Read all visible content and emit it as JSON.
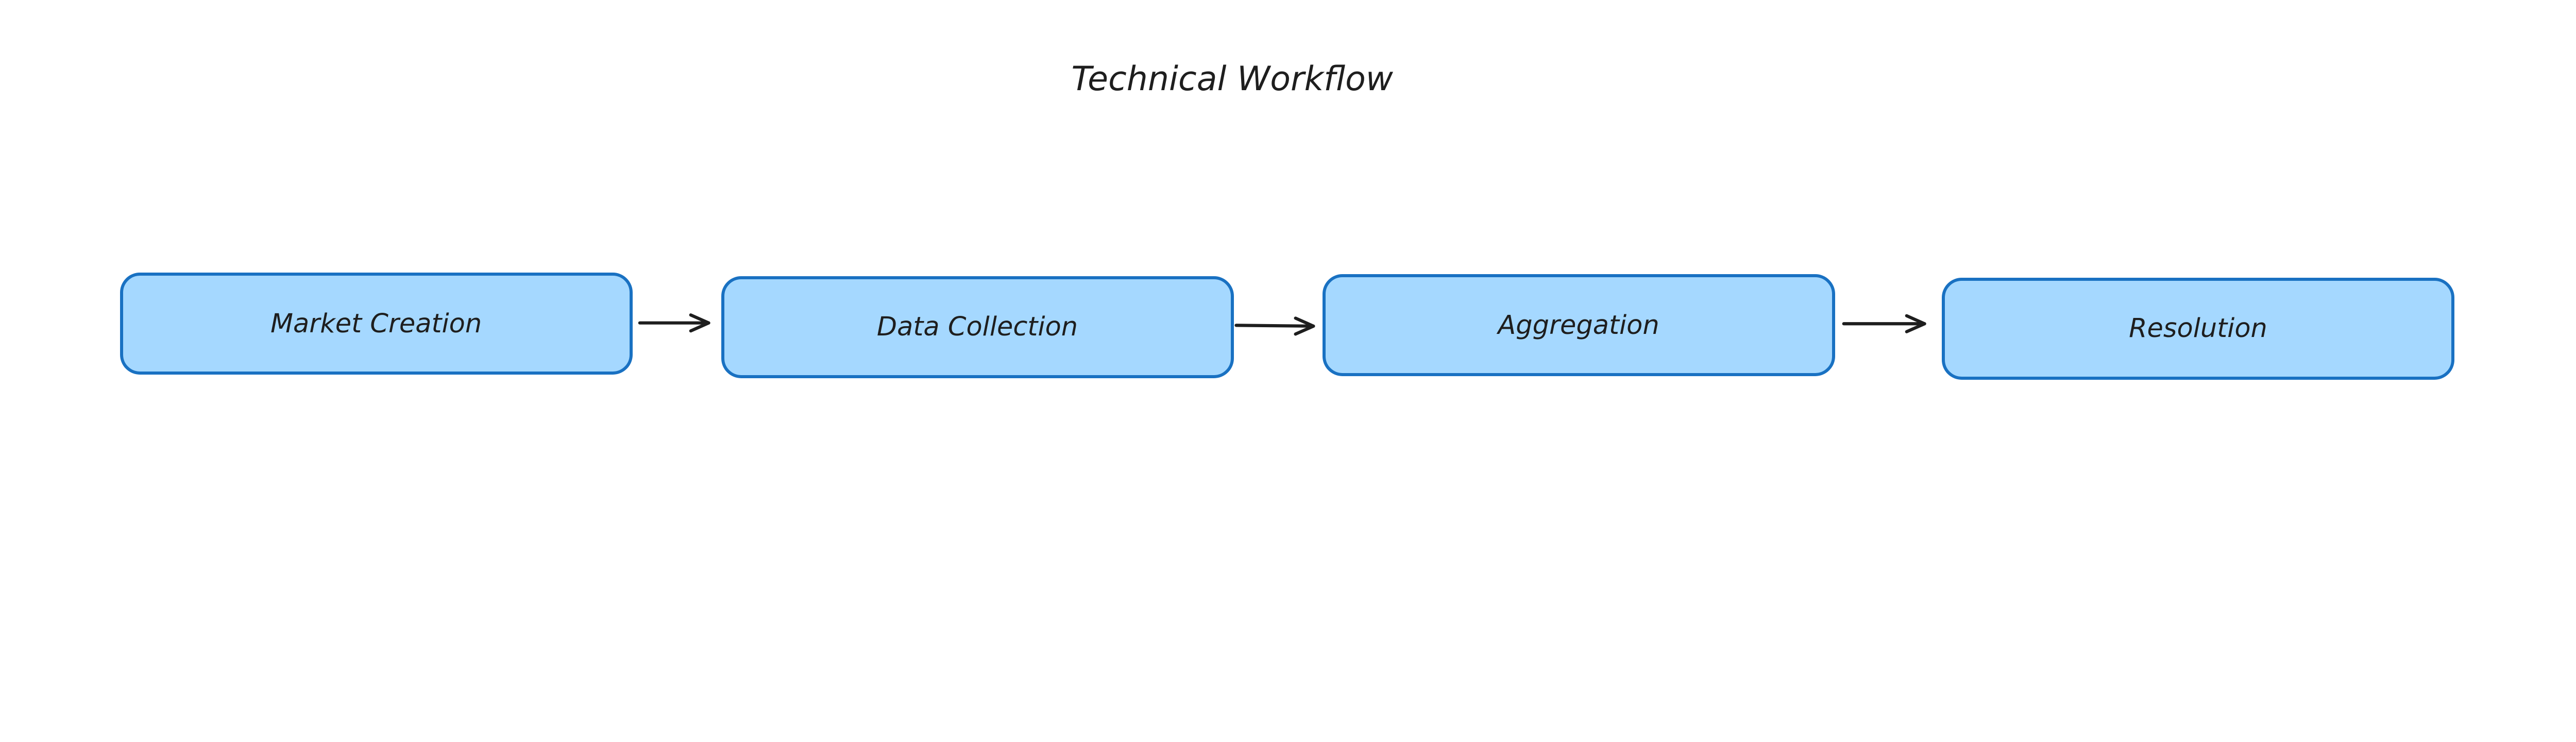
{
  "title": "Technical Workflow",
  "nodes": [
    {
      "label": "Market Creation"
    },
    {
      "label": "Data Collection"
    },
    {
      "label": "Aggregation"
    },
    {
      "label": "Resolution"
    }
  ],
  "edges": [
    {
      "from": "Market Creation",
      "to": "Data Collection"
    },
    {
      "from": "Data Collection",
      "to": "Aggregation"
    },
    {
      "from": "Aggregation",
      "to": "Resolution"
    }
  ],
  "colors": {
    "node_fill": "#a5d8ff",
    "node_stroke": "#1971c2",
    "text": "#1e1e1e"
  }
}
